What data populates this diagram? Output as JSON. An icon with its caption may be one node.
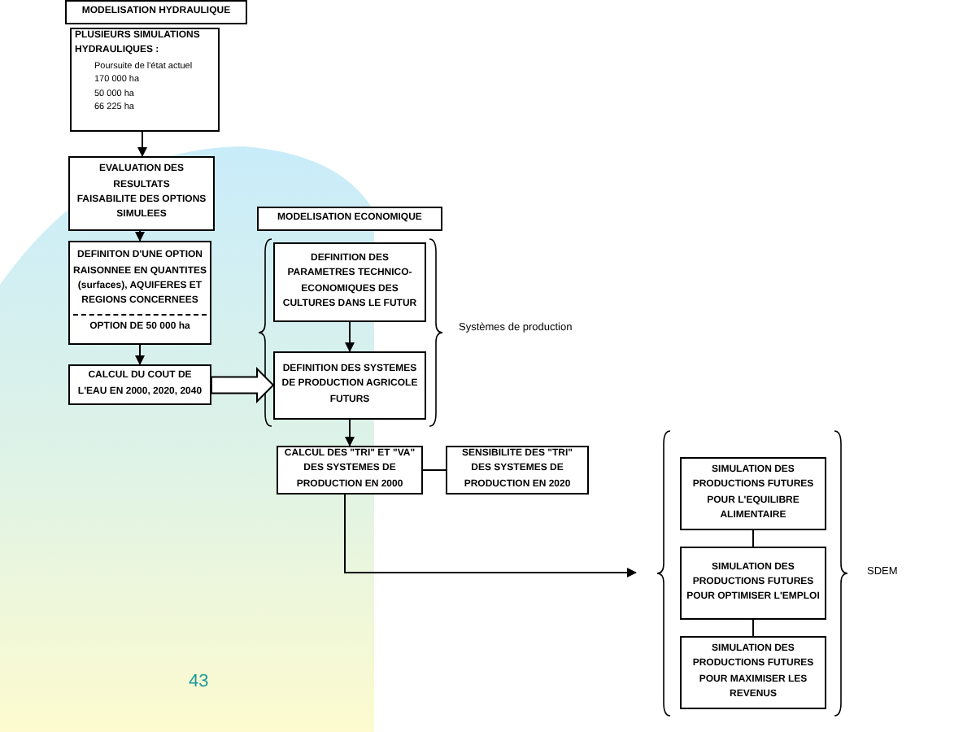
{
  "diagram": {
    "nodes": [
      {
        "text": [
          "MODELISATION HYDRAULIQUE"
        ]
      },
      {
        "text": [
          "PLUSIEURS SIMULATIONS HYDRAULIQUES :",
          "Poursuite de l'état actuel",
          "170 000 ha",
          "50 000 ha",
          "66 225 ha"
        ]
      },
      {
        "text": [
          "EVALUATION DES RESULTATS",
          "FAISABILITE DES OPTIONS SIMULEES"
        ]
      },
      {
        "text": [
          "DEFINITON D'UNE OPTION RAISONNEE EN QUANTITES (surfaces), AQUIFERES ET REGIONS CONCERNEES",
          "OPTION DE 50 000 ha"
        ]
      },
      {
        "text": [
          "CALCUL DU COUT DE L'EAU EN 2000, 2020, 2040"
        ]
      },
      {
        "text": [
          "MODELISATION ECONOMIQUE"
        ]
      },
      {
        "text": [
          "DEFINITION DES PARAMETRES TECHNICO-ECONOMIQUES DES CULTURES DANS LE FUTUR"
        ]
      },
      {
        "text": [
          "DEFINITION DES SYSTEMES DE PRODUCTION AGRICOLE FUTURS"
        ]
      },
      {
        "text": [
          "CALCUL DES \"TRI\" ET \"VA\" DES SYSTEMES DE PRODUCTION EN 2000"
        ]
      },
      {
        "text": [
          "SENSIBILITE DES \"TRI\" DES SYSTEMES DE PRODUCTION EN 2020"
        ]
      },
      {
        "text": [
          "SIMULATION DES PRODUCTIONS FUTURES POUR L'EQUILIBRE ALIMENTAIRE"
        ]
      },
      {
        "text": [
          "SIMULATION DES PRODUCTIONS FUTURES POUR OPTIMISER L'EMPLOI"
        ]
      },
      {
        "text": [
          "SIMULATION DES PRODUCTIONS FUTURES POUR MAXIMISER LES REVENUS"
        ]
      }
    ],
    "edges": [
      {
        "from": 1,
        "to": 2,
        "arrow": "to"
      },
      {
        "from": 2,
        "to": 3,
        "arrow": "to"
      },
      {
        "from": 3,
        "to": 4,
        "arrow": "to"
      },
      {
        "from": 4,
        "to": 7,
        "arrow": "to",
        "style": "thick"
      },
      {
        "from": 6,
        "to": 7,
        "arrow": "to"
      },
      {
        "from": 7,
        "to": 8,
        "arrow": "to"
      },
      {
        "from": 8,
        "to": 9,
        "arrow": "none"
      },
      {
        "from": 8,
        "to": null,
        "arrow": "to"
      },
      {
        "from": 10,
        "to": 11,
        "arrow": "none"
      },
      {
        "from": 11,
        "to": 12,
        "arrow": "none"
      }
    ],
    "labels": [
      "Systèmes de production",
      "SDEM",
      "43"
    ]
  }
}
